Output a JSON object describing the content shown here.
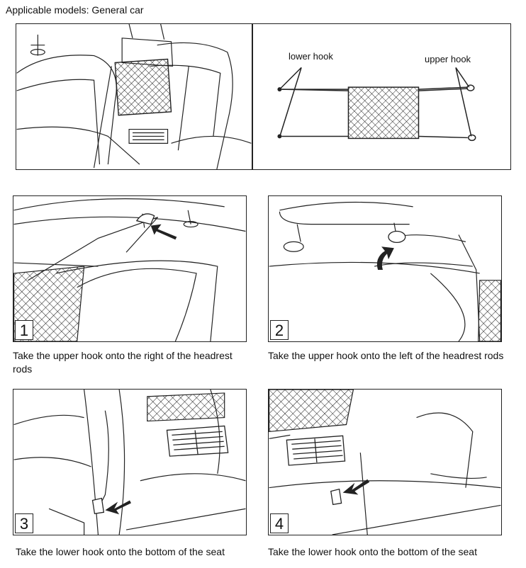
{
  "header": {
    "applicable": "Applicable models:  General car"
  },
  "diagram": {
    "lower_hook": "lower hook",
    "upper_hook": "upper hook"
  },
  "steps": [
    {
      "number": "1",
      "caption": "Take the upper  hook  onto the right of the headrest rods"
    },
    {
      "number": "2",
      "caption": "Take the upper hook  onto the left of the headrest rods"
    },
    {
      "number": "3",
      "caption": "Take the lower  hook  onto the bottom of the seat"
    },
    {
      "number": "4",
      "caption": "Take the lower hook  onto the bottom of the seat"
    }
  ],
  "icons": {
    "arrow": "curved-arrow-icon",
    "net": "mesh-net-icon"
  }
}
